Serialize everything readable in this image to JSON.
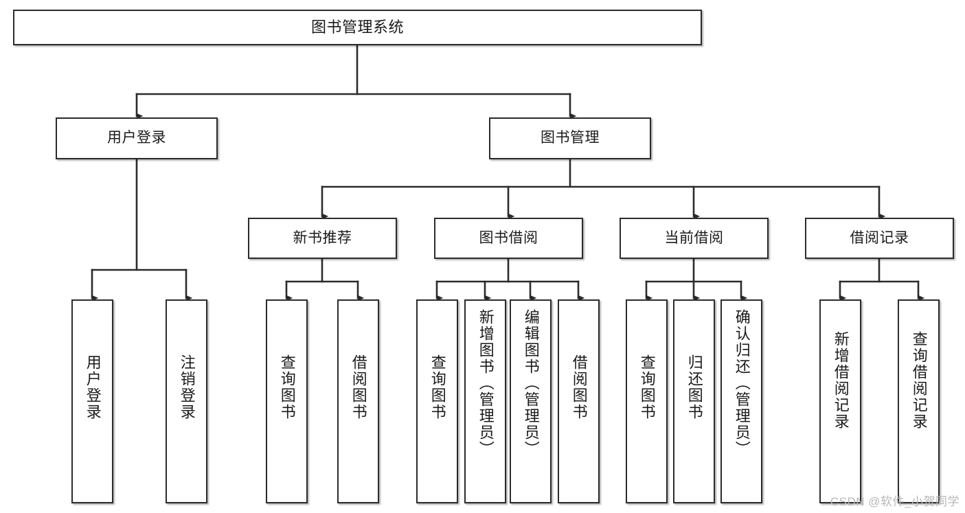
{
  "diagram": {
    "title": "图书管理系统",
    "type": "tree-hierarchy-diagram",
    "colors": {
      "box_border": "#2b2b2b",
      "box_fill": "#ffffff",
      "edge": "#2b2b2b",
      "text": "#1a1a1a",
      "watermark": "#b8b8b8",
      "background": "#ffffff"
    },
    "levels": {
      "level0": [
        {
          "id": "root",
          "label": "图书管理系统"
        }
      ],
      "level1": [
        {
          "id": "user-login",
          "label": "用户登录"
        },
        {
          "id": "book-management",
          "label": "图书管理"
        }
      ],
      "level2": [
        {
          "id": "new-book-recommend",
          "label": "新书推荐"
        },
        {
          "id": "book-borrow",
          "label": "图书借阅"
        },
        {
          "id": "current-borrow",
          "label": "当前借阅"
        },
        {
          "id": "borrow-record",
          "label": "借阅记录"
        }
      ],
      "level3": [
        {
          "id": "leaf-user-login",
          "label": "用户登录",
          "parent": "user-login"
        },
        {
          "id": "leaf-logout",
          "label": "注销登录",
          "parent": "user-login"
        },
        {
          "id": "leaf-query-books-1",
          "label": "查询图书",
          "parent": "new-book-recommend"
        },
        {
          "id": "leaf-borrow-books-1",
          "label": "借阅图书",
          "parent": "new-book-recommend"
        },
        {
          "id": "leaf-query-books-2",
          "label": "查询图书",
          "parent": "book-borrow"
        },
        {
          "id": "leaf-add-book",
          "label": "新增图书（管理员）",
          "parent": "book-borrow"
        },
        {
          "id": "leaf-edit-book",
          "label": "编辑图书（管理员）",
          "parent": "book-borrow"
        },
        {
          "id": "leaf-borrow-books-2",
          "label": "借阅图书",
          "parent": "book-borrow"
        },
        {
          "id": "leaf-query-books-3",
          "label": "查询图书",
          "parent": "current-borrow"
        },
        {
          "id": "leaf-return-books",
          "label": "归还图书",
          "parent": "current-borrow"
        },
        {
          "id": "leaf-confirm-return",
          "label": "确认归还（管理员）",
          "parent": "current-borrow"
        },
        {
          "id": "leaf-add-record",
          "label": "新增借阅记录",
          "parent": "borrow-record"
        },
        {
          "id": "leaf-query-record",
          "label": "查询借阅记录",
          "parent": "borrow-record"
        }
      ]
    },
    "watermark": "CSDN @软件_小贺同学"
  }
}
